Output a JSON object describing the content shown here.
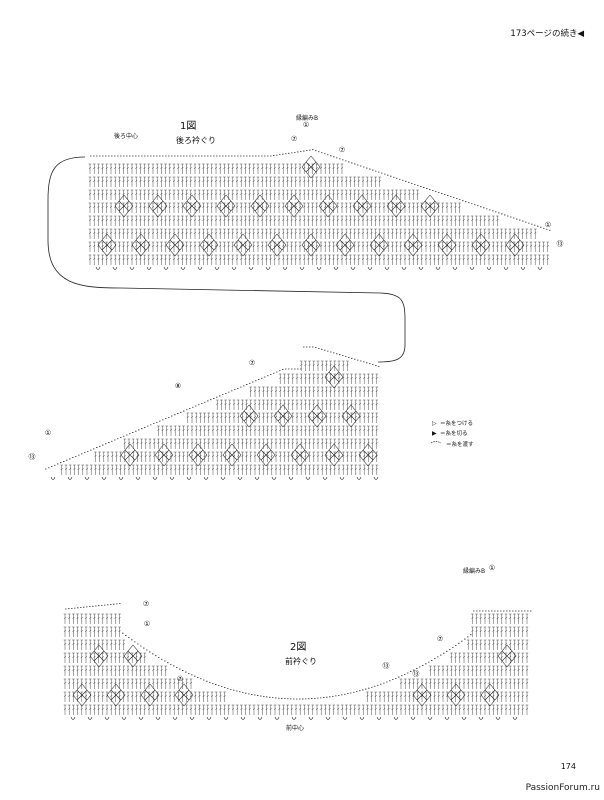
{
  "header": {
    "continued_label": "173ページの続き◀"
  },
  "figure1": {
    "title": "1図",
    "subtitle": "後ろ衿ぐり",
    "center_label": "後ろ中心",
    "border_label": "縁編みB",
    "markers": [
      "①",
      "⑦",
      "⑦",
      "①",
      "⑬",
      "⑦",
      "⑧",
      "①",
      "⑬"
    ]
  },
  "legend": {
    "items": [
      {
        "symbol": "▷",
        "label": "＝糸をつける"
      },
      {
        "symbol": "▶",
        "label": "＝糸を切る"
      },
      {
        "symbol": "◠",
        "label": "＝糸を渡す"
      }
    ]
  },
  "figure2": {
    "title": "2図",
    "subtitle": "前衿ぐり",
    "center_label": "前中心",
    "border_label": "縁編みB",
    "markers": [
      "⑦",
      "①",
      "⑦",
      "⑬",
      "⑬",
      "⑦",
      "①"
    ]
  },
  "footer": {
    "page_number": "174",
    "watermark": "PassionForum.ru"
  }
}
